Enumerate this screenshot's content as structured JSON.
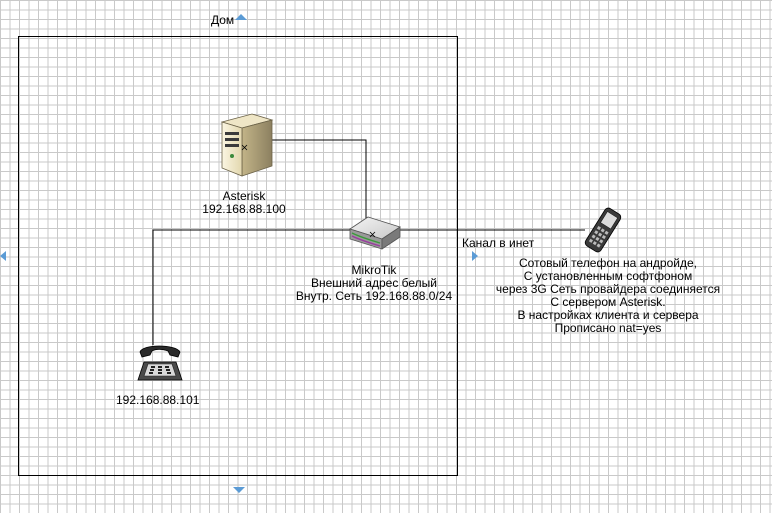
{
  "diagram": {
    "boundary_label": "Дом",
    "server": {
      "name": "Asterisk",
      "ip": "192.168.88.100",
      "icon": "server-icon"
    },
    "router": {
      "name": "MikroTik",
      "line2": "Внешний адрес белый",
      "line3": "Внутр. Сеть 192.168.88.0/24",
      "icon": "router-icon"
    },
    "desk_phone": {
      "ip": "192.168.88.101",
      "icon": "desk-phone-icon"
    },
    "mobile": {
      "icon": "mobile-phone-icon",
      "link_label": "Канал в инет",
      "lines": [
        "Сотовый телефон на андройде,",
        "С установленным софтфоном",
        "через 3G Сеть провайдера соединяется",
        "С сервером Asterisk.",
        "В настройках клиента и сервера",
        "Прописано nat=yes"
      ]
    }
  },
  "colors": {
    "line": "#000000",
    "handle": "#5b9bd5",
    "grid": "#c9c9c9"
  }
}
